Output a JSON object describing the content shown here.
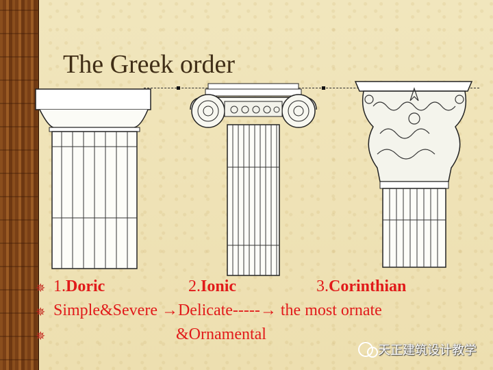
{
  "slide": {
    "title": "The Greek order",
    "orders": [
      {
        "number": "1.",
        "name": "Doric"
      },
      {
        "number": "2.",
        "name": "Ionic"
      },
      {
        "number": "3.",
        "name": "Corinthian"
      }
    ],
    "line2": {
      "part1": "Simple&Severe ",
      "arrow1": "→",
      "part2": "Delicate-----",
      "arrow2": "→",
      "part3": " the most ornate"
    },
    "line3": "&Ornamental",
    "bullet_glyph": "✵",
    "watermark": "天正建筑设计教学"
  },
  "colors": {
    "label_red": "#e11a1a",
    "title_brown": "#3f2d16",
    "background": "#efe2b6"
  }
}
